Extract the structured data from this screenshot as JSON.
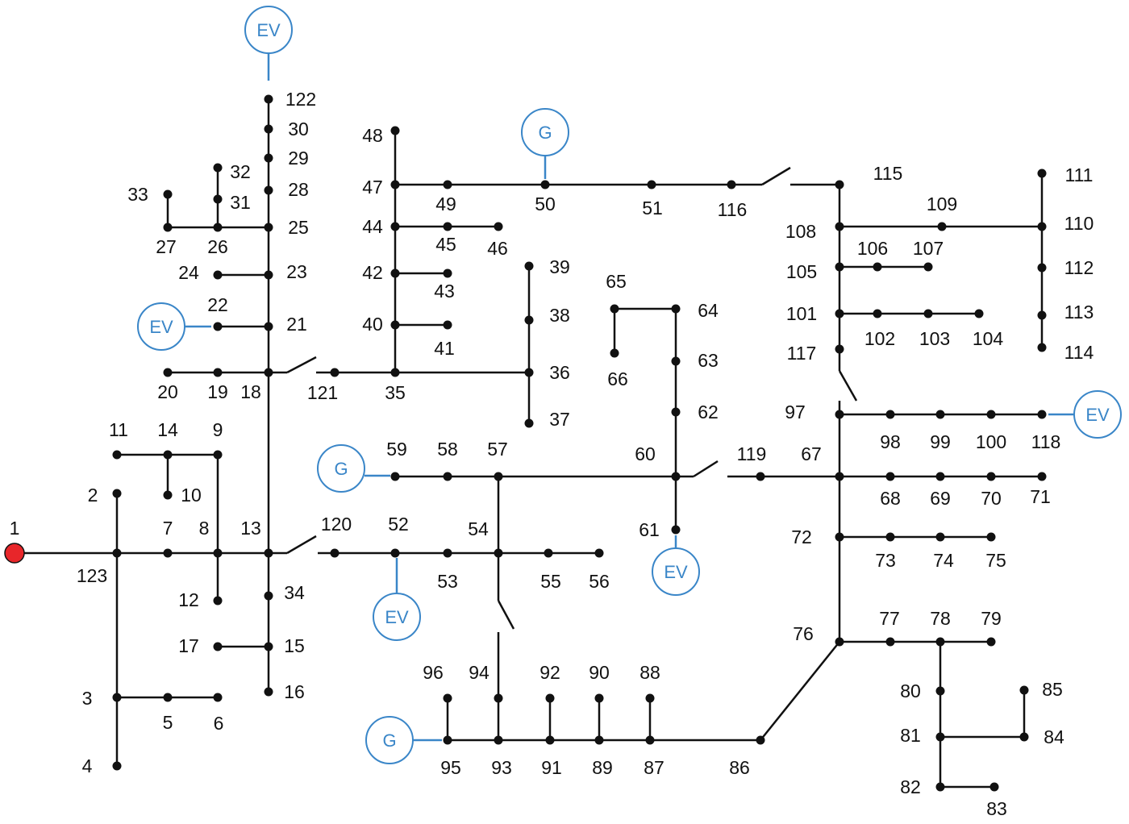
{
  "diagram": {
    "colors": {
      "line": "#111111",
      "node": "#111111",
      "source_node": "#e8262a",
      "marker": "#3a86c8"
    },
    "node_labels": [
      "1",
      "2",
      "3",
      "4",
      "5",
      "6",
      "7",
      "8",
      "9",
      "10",
      "11",
      "12",
      "13",
      "14",
      "15",
      "16",
      "17",
      "18",
      "19",
      "20",
      "21",
      "22",
      "23",
      "24",
      "25",
      "26",
      "27",
      "28",
      "29",
      "30",
      "31",
      "32",
      "33",
      "34",
      "35",
      "36",
      "37",
      "38",
      "39",
      "40",
      "41",
      "42",
      "43",
      "44",
      "45",
      "46",
      "47",
      "48",
      "49",
      "50",
      "51",
      "52",
      "53",
      "54",
      "55",
      "56",
      "57",
      "58",
      "59",
      "60",
      "61",
      "62",
      "63",
      "64",
      "65",
      "66",
      "67",
      "68",
      "69",
      "70",
      "71",
      "72",
      "73",
      "74",
      "75",
      "76",
      "77",
      "78",
      "79",
      "80",
      "81",
      "82",
      "83",
      "84",
      "85",
      "86",
      "87",
      "88",
      "89",
      "90",
      "91",
      "92",
      "93",
      "94",
      "95",
      "96",
      "97",
      "98",
      "99",
      "100",
      "101",
      "102",
      "103",
      "104",
      "105",
      "106",
      "107",
      "108",
      "109",
      "110",
      "111",
      "112",
      "113",
      "114",
      "115",
      "116",
      "117",
      "118",
      "119",
      "120",
      "121",
      "122",
      "123"
    ],
    "markers": [
      {
        "id": "ev-122",
        "type": "EV",
        "label": "EV"
      },
      {
        "id": "ev-22",
        "type": "EV",
        "label": "EV"
      },
      {
        "id": "g-50",
        "type": "G",
        "label": "G"
      },
      {
        "id": "g-59",
        "type": "G",
        "label": "G"
      },
      {
        "id": "ev-52",
        "type": "EV",
        "label": "EV"
      },
      {
        "id": "ev-61",
        "type": "EV",
        "label": "EV"
      },
      {
        "id": "ev-118",
        "type": "EV",
        "label": "EV"
      },
      {
        "id": "g-95",
        "type": "G",
        "label": "G"
      }
    ]
  }
}
